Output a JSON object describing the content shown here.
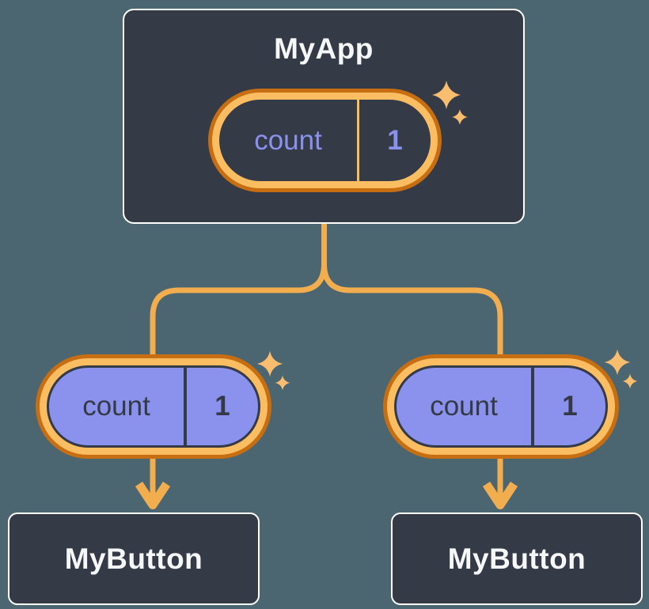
{
  "canvas": {
    "description": "Component tree diagram: MyApp holds count state (1) passed down as props to two MyButton children"
  },
  "colors": {
    "canvas_bg": "#4C6671",
    "node_fill": "#343A46",
    "node_border": "#FFFFFF",
    "node_text": "#F6F7F9",
    "pill_outer": "#C76E12",
    "pill_ring": "#FABD62",
    "pill_highlight": "#8B92EE",
    "pill_text_lavender": "#8B92EE",
    "pill_text_dark": "#333A45",
    "connector": "#F2AE4E",
    "sparkle": "#F8BD6E"
  },
  "tree": {
    "root": {
      "title": "MyApp",
      "state_pill": {
        "label": "count",
        "value": "1",
        "style": "dark"
      }
    },
    "children": [
      {
        "title": "MyButton",
        "prop_pill": {
          "label": "count",
          "value": "1",
          "style": "highlight"
        }
      },
      {
        "title": "MyButton",
        "prop_pill": {
          "label": "count",
          "value": "1",
          "style": "highlight"
        }
      }
    ]
  },
  "icons": {
    "sparkle": "four-point-star"
  }
}
